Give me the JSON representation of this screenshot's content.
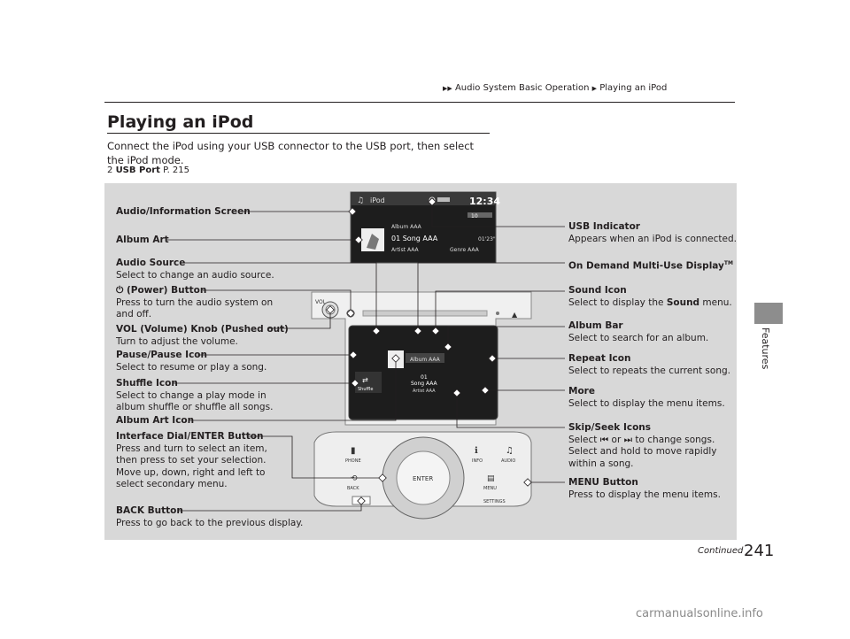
{
  "breadcrumb": [
    "Audio System Basic Operation",
    "Playing an iPod"
  ],
  "section_tab": "Features",
  "title": "Playing an iPod",
  "intro": "Connect the iPod using your USB connector to the USB port, then select the iPod mode.",
  "xref": {
    "label": "USB Port",
    "page": "P. 215"
  },
  "screen": {
    "source": "iPod",
    "clock": "12:34",
    "volume": "10",
    "album": "Album AAA",
    "song": "01 Song AAA",
    "time": "01'23\"",
    "artist": "Artist AAA",
    "genre": "Genre AAA",
    "vol_label": "VOL"
  },
  "odmd": {
    "album": "Album AAA",
    "track": "01",
    "song": "Song AAA",
    "artist": "Artist AAA",
    "shuffle": "Shuffle"
  },
  "console": {
    "enter": "ENTER",
    "phone": "PHONE",
    "info": "INFO",
    "audio": "AUDIO",
    "back": "BACK",
    "menu": "MENU",
    "settings": "SETTINGS"
  },
  "callouts_left": {
    "audio_screen": {
      "title": "Audio/Information Screen"
    },
    "album_art": {
      "title": "Album Art"
    },
    "audio_source": {
      "title": "Audio Source",
      "desc": "Select to change an audio source."
    },
    "power": {
      "title": "(Power) Button",
      "desc1": "Press to turn the audio system on",
      "desc2": "and off."
    },
    "vol_knob": {
      "title": "VOL (Volume) Knob (Pushed out)",
      "desc": "Turn to adjust the volume."
    },
    "pause": {
      "title": "Pause/Pause Icon",
      "desc": "Select to resume or play a song."
    },
    "shuffle": {
      "title": "Shuffle Icon",
      "desc1": "Select to change a play mode in",
      "desc2": "album shuffle or shuffle all songs."
    },
    "album_art_icon": {
      "title": "Album Art Icon"
    },
    "dial": {
      "title": "Interface Dial/ENTER Button",
      "desc1": "Press and turn to select an item,",
      "desc2": "then press to set your selection.",
      "desc3": "Move up, down, right and left to",
      "desc4": "select secondary menu."
    },
    "back": {
      "title": "BACK Button",
      "desc": "Press to go back to the previous display."
    }
  },
  "callouts_right": {
    "usb": {
      "title": "USB Indicator",
      "desc": "Appears when an iPod is connected."
    },
    "odmd": {
      "title": "On Demand Multi-Use Display",
      "tm": "TM"
    },
    "sound": {
      "title": "Sound Icon",
      "desc_pre": "Select to display the ",
      "desc_bold": "Sound",
      "desc_post": " menu."
    },
    "album_bar": {
      "title": "Album Bar",
      "desc": "Select to search for an album."
    },
    "repeat": {
      "title": "Repeat Icon",
      "desc": "Select to repeats the current song."
    },
    "more": {
      "title": "More",
      "desc": "Select to display the menu items."
    },
    "skip": {
      "title": "Skip/Seek Icons",
      "desc1_pre": "Select ",
      "desc1_or": " or ",
      "desc1_post": " to change songs.",
      "desc2": "Select and hold to move rapidly",
      "desc3": "within a song."
    },
    "menu": {
      "title": "MENU Button",
      "desc": "Press to display the menu items."
    }
  },
  "footer": {
    "continued": "Continued",
    "page": "241",
    "watermark": "carmanualsonline.info"
  }
}
